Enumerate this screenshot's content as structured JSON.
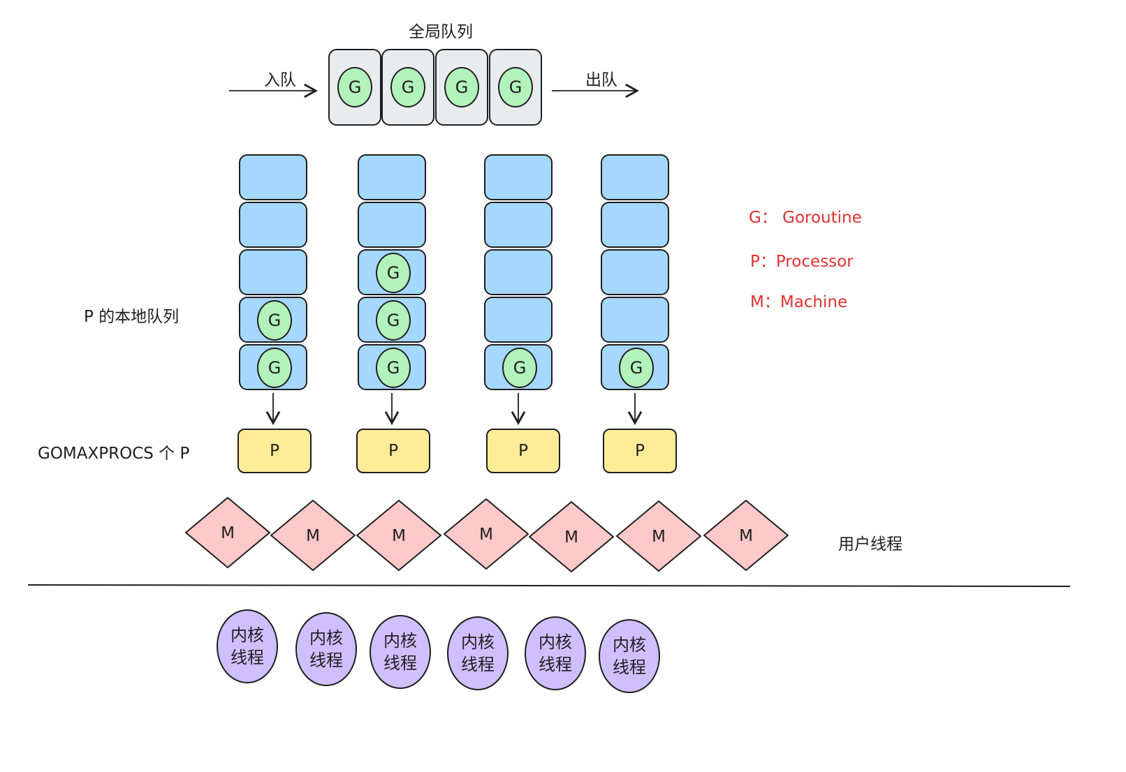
{
  "global_queue": {
    "title": "全局队列",
    "enqueue_label": "入队",
    "dequeue_label": "出队",
    "items": [
      "G",
      "G",
      "G",
      "G"
    ]
  },
  "local_queue_label": "P 的本地队列",
  "gomaxprocs_label": "GOMAXPROCS 个 P",
  "local_queues": [
    {
      "slots": 5,
      "goroutines": [
        "G",
        "G"
      ],
      "p_label": "P"
    },
    {
      "slots": 5,
      "goroutines": [
        "G",
        "G",
        "G"
      ],
      "p_label": "P"
    },
    {
      "slots": 5,
      "goroutines": [
        "G"
      ],
      "p_label": "P"
    },
    {
      "slots": 5,
      "goroutines": [
        "G"
      ],
      "p_label": "P"
    }
  ],
  "machines": [
    "M",
    "M",
    "M",
    "M",
    "M",
    "M",
    "M"
  ],
  "user_thread_label": "用户线程",
  "kernel_threads": [
    "内核线程",
    "内核线程",
    "内核线程",
    "内核线程",
    "内核线程",
    "内核线程"
  ],
  "legend": {
    "g": "G： Goroutine",
    "p": "P：Processor",
    "m": "M：Machine"
  },
  "colors": {
    "goroutine": "#b2f2bb",
    "queue_slot": "#a5d8ff",
    "processor": "#ffec99",
    "machine": "#ffc9c9",
    "kernel_thread": "#d0bfff",
    "legend_text": "#e03131"
  }
}
